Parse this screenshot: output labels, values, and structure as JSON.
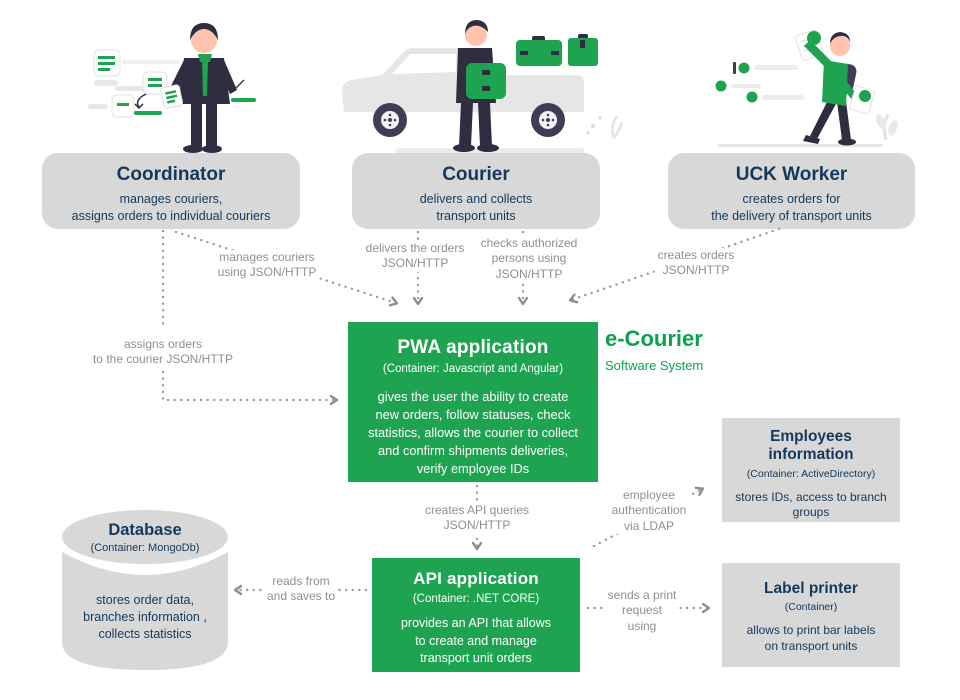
{
  "system": {
    "title": "e-Courier",
    "subtitle": "Software System"
  },
  "actors": {
    "coordinator": {
      "title": "Coordinator",
      "desc": "manages couriers,\nassigns orders to individual couriers"
    },
    "courier": {
      "title": "Courier",
      "desc": "delivers and collects\ntransport units"
    },
    "uck": {
      "title": "UCK Worker",
      "desc": "creates orders for\nthe delivery of transport units"
    }
  },
  "containers": {
    "pwa": {
      "title": "PWA application",
      "container": "(Container: Javascript and Angular)",
      "desc": "gives the user the ability to create\nnew orders, follow statuses, check\nstatistics, allows the courier to collect\nand confirm shipments deliveries,\nverify employee IDs"
    },
    "api": {
      "title": "API application",
      "container": "(Container: .NET CORE)",
      "desc": "provides an API that allows\nto create and manage\ntransport unit orders"
    },
    "employees": {
      "title": "Employees\ninformation",
      "container": "(Container: ActiveDirectory)",
      "desc": "stores IDs, access to branch\ngroups"
    },
    "database": {
      "title": "Database",
      "container": "(Container: MongoDb)",
      "desc": "stores order data,\nbranches information ,\ncollects statistics"
    },
    "printer": {
      "title": "Label printer",
      "container": "(Container)",
      "desc": "allows to print bar labels\non transport units"
    }
  },
  "edges": {
    "manages": "manages couriers\nusing JSON/HTTP",
    "assigns": "assigns orders\nto the courier JSON/HTTP",
    "delivers": "delivers the orders\nJSON/HTTP",
    "checks": "checks authorized\npersons using\nJSON/HTTP",
    "creates_orders": "creates orders\nJSON/HTTP",
    "creates_api": "creates API queries\nJSON/HTTP",
    "employee_auth": "employee\nauthentication\nvia LDAP",
    "reads": "reads from\nand saves to",
    "sends": "sends a print\nrequest\nusing"
  },
  "palette": {
    "green": "#1ea351",
    "navy": "#14395c",
    "box_gray": "#d8d8d8",
    "label_gray": "#8f8f8f",
    "figure_dark": "#2f2e41"
  }
}
